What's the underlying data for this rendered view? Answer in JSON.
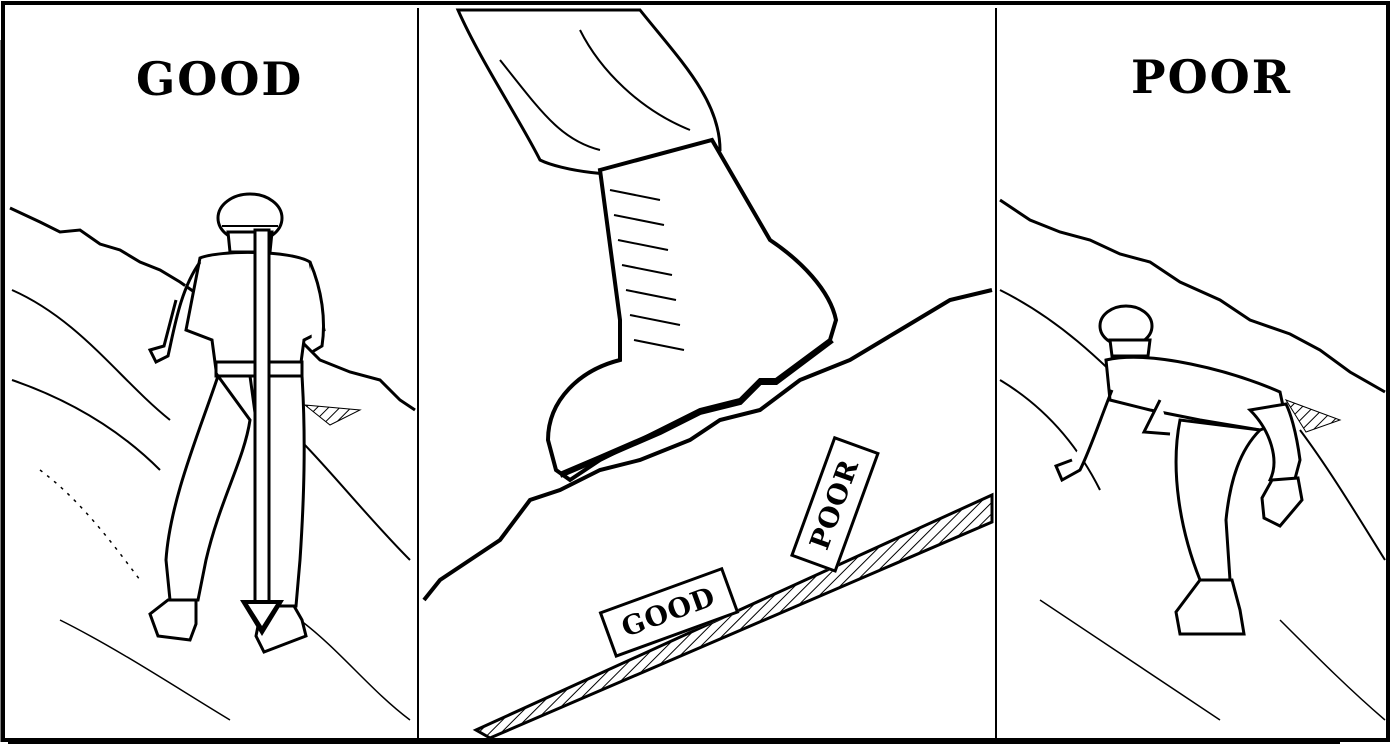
{
  "panels": {
    "left": {
      "heading": "GOOD"
    },
    "center": {
      "tags": {
        "good": "GOOD",
        "poor": "POOR"
      }
    },
    "right": {
      "heading": "POOR"
    }
  },
  "colors": {
    "ink": "#000000",
    "paper": "#ffffff"
  }
}
